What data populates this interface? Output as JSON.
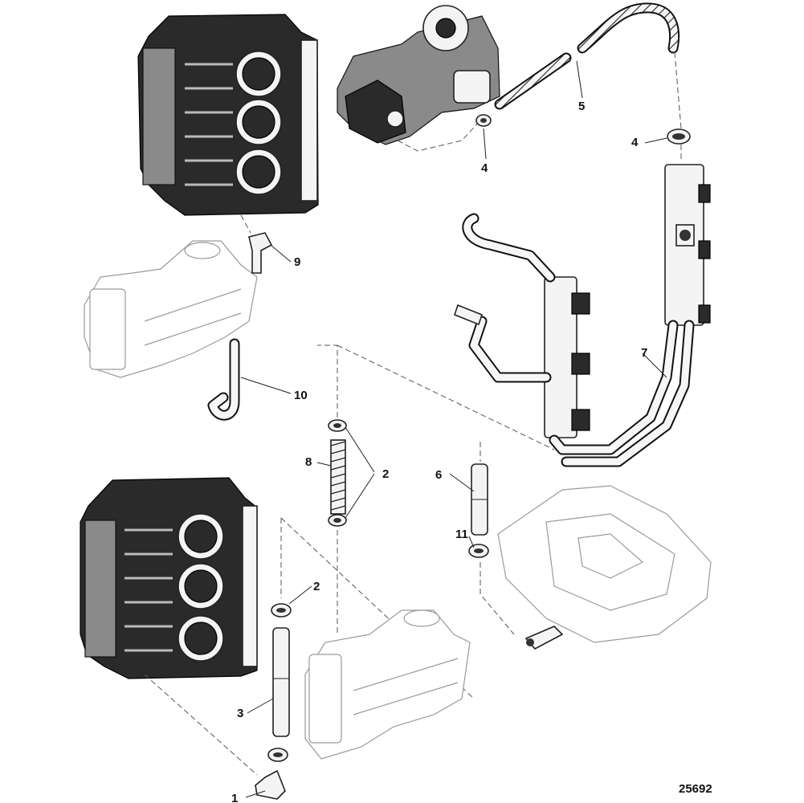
{
  "figure": {
    "number": "25692"
  },
  "callouts": [
    {
      "id": "c1",
      "label": "1"
    },
    {
      "id": "c2a",
      "label": "2"
    },
    {
      "id": "c2b",
      "label": "2"
    },
    {
      "id": "c3",
      "label": "3"
    },
    {
      "id": "c4a",
      "label": "4"
    },
    {
      "id": "c4b",
      "label": "4"
    },
    {
      "id": "c5",
      "label": "5"
    },
    {
      "id": "c6",
      "label": "6"
    },
    {
      "id": "c7",
      "label": "7"
    },
    {
      "id": "c8",
      "label": "8"
    },
    {
      "id": "c9",
      "label": "9"
    },
    {
      "id": "c10",
      "label": "10"
    },
    {
      "id": "c11",
      "label": "11"
    }
  ],
  "parts": [
    {
      "id": "cylinder-block-upper",
      "icon": "cylinder-block-icon"
    },
    {
      "id": "cylinder-block-lower",
      "icon": "cylinder-block-icon"
    },
    {
      "id": "fuel-pump",
      "icon": "fuel-pump-icon"
    },
    {
      "id": "fuel-rail",
      "icon": "fuel-rail-icon"
    },
    {
      "id": "intake-manifold-upper",
      "icon": "intake-manifold-icon"
    },
    {
      "id": "intake-manifold-lower",
      "icon": "intake-manifold-icon"
    },
    {
      "id": "adapter-plate",
      "icon": "adapter-plate-icon"
    }
  ]
}
